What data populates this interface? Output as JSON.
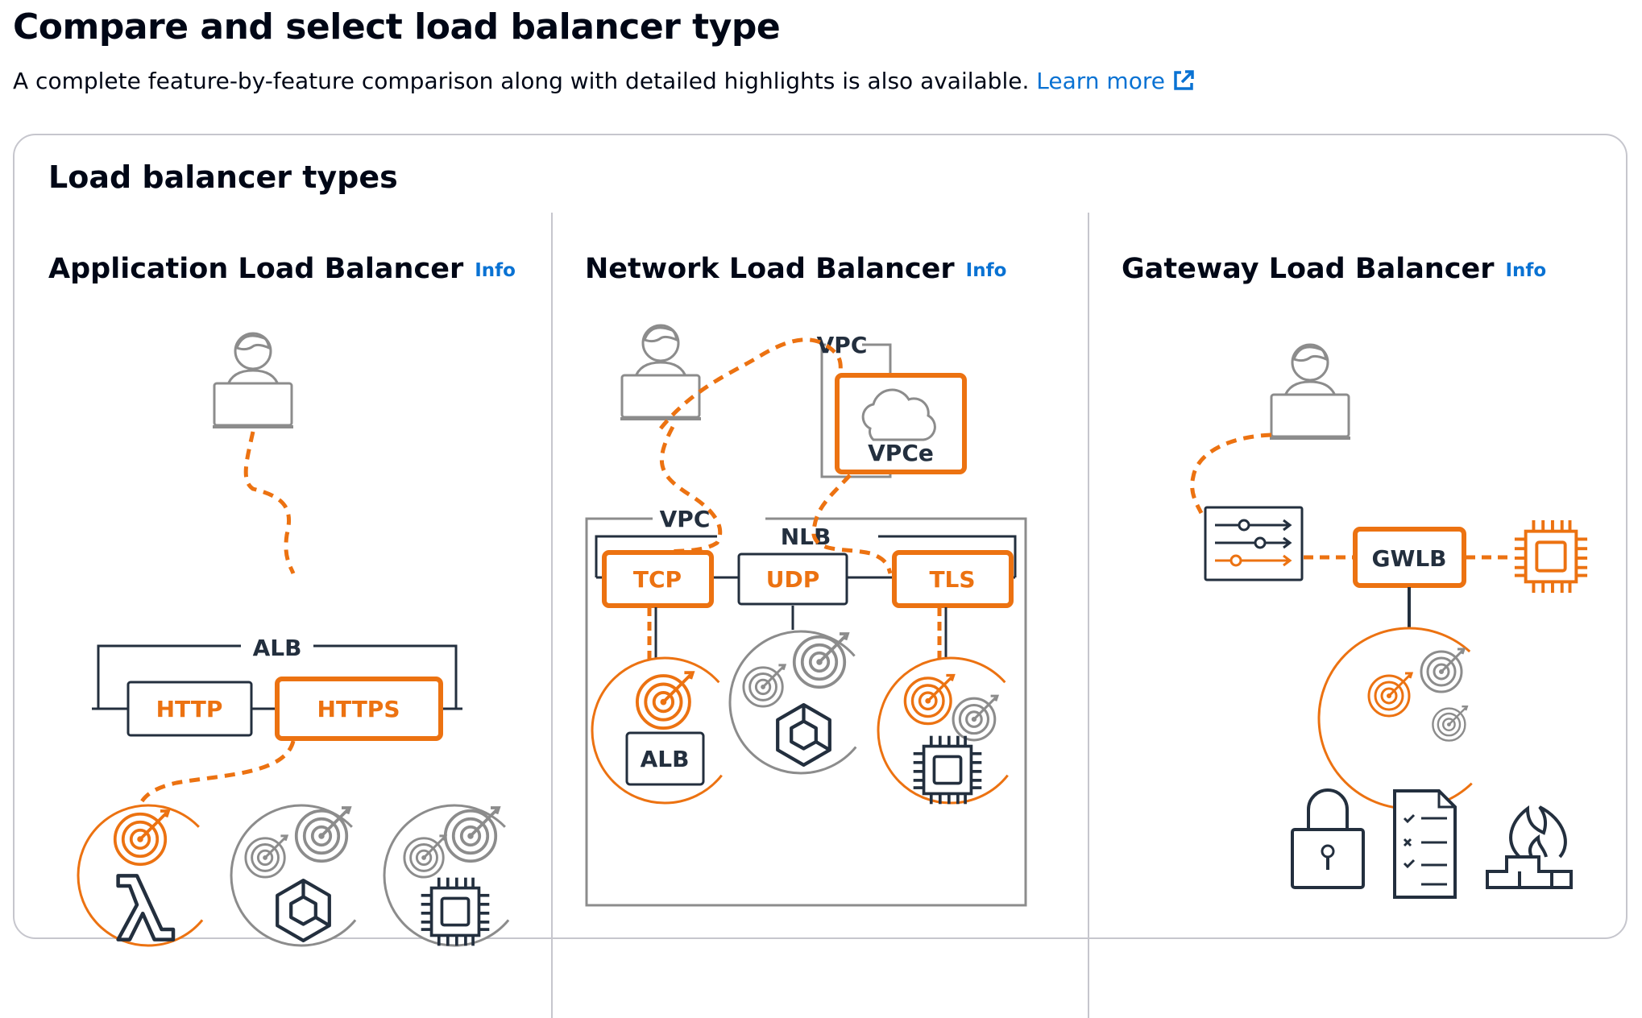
{
  "page": {
    "title": "Compare and select load balancer type",
    "description": "A complete feature-by-feature comparison along with detailed highlights is also available.",
    "learn_more": "Learn more",
    "external_icon": "external-link-icon"
  },
  "container": {
    "title": "Load balancer types"
  },
  "columns": [
    {
      "title": "Application Load Balancer",
      "info": "Info",
      "diagram": {
        "group_label": "ALB",
        "protocols": [
          "HTTP",
          "HTTPS"
        ],
        "icons": [
          "user-laptop-icon",
          "lambda-icon",
          "container-icon",
          "chip-icon",
          "target-icon"
        ]
      }
    },
    {
      "title": "Network Load Balancer",
      "info": "Info",
      "diagram": {
        "vpc_top_label": "VPC",
        "vpce_label": "VPCe",
        "vpc_label": "VPC",
        "group_label": "NLB",
        "protocols": [
          "TCP",
          "UDP",
          "TLS"
        ],
        "alb_label": "ALB",
        "icons": [
          "user-laptop-icon",
          "cloud-icon",
          "container-icon",
          "chip-icon",
          "target-icon"
        ]
      }
    },
    {
      "title": "Gateway Load Balancer",
      "info": "Info",
      "diagram": {
        "gwlb_label": "GWLB",
        "icons": [
          "user-laptop-icon",
          "routing-icon",
          "chip-icon",
          "lock-icon",
          "checklist-icon",
          "firewall-icon",
          "target-icon"
        ]
      }
    }
  ],
  "colors": {
    "accent": "#ec7211",
    "link": "#0972d3",
    "text": "#000716",
    "border": "#c6c6cd",
    "grey_icon": "#8c8c8c",
    "dark_icon": "#232f3e"
  }
}
